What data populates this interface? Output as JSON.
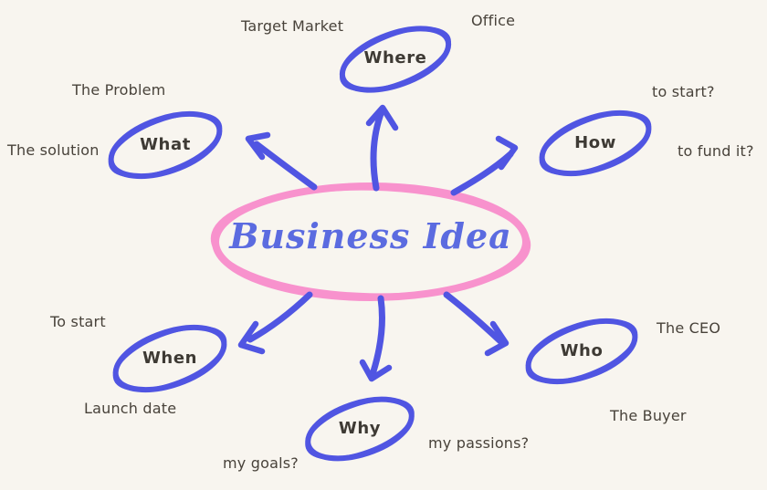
{
  "title": "Business Idea",
  "colors": {
    "background": "#f8f5ef",
    "center_ellipse_stroke": "#f892cd",
    "node_ellipse_stroke": "#5055e2",
    "arrow_stroke": "#5055e2",
    "title_text": "#5b6be0",
    "node_label_text": "#3e3a34",
    "note_text": "#48423a"
  },
  "center": {
    "title": "Business Idea"
  },
  "nodes": [
    {
      "id": "where",
      "label": "Where",
      "notes": [
        "Target Market",
        "Office"
      ]
    },
    {
      "id": "what",
      "label": "What",
      "notes": [
        "The Problem",
        "The solution"
      ]
    },
    {
      "id": "how",
      "label": "How",
      "notes": [
        "to start?",
        "to fund it?"
      ]
    },
    {
      "id": "when",
      "label": "When",
      "notes": [
        "To start",
        "Launch date"
      ]
    },
    {
      "id": "why",
      "label": "Why",
      "notes": [
        "my goals?",
        "my passions?"
      ]
    },
    {
      "id": "who",
      "label": "Who",
      "notes": [
        "The CEO",
        "The Buyer"
      ]
    }
  ]
}
